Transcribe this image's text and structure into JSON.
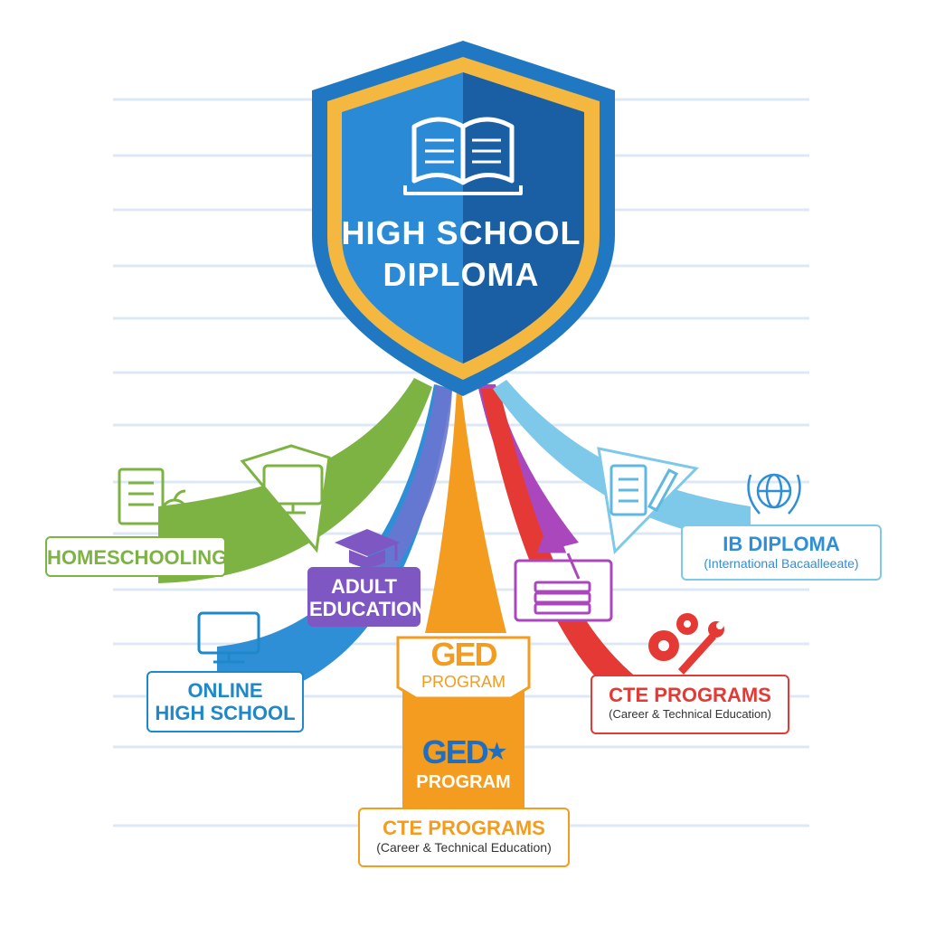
{
  "center": {
    "title_line1": "HIGH SCHOOL",
    "title_line2": "DIPLOMA",
    "icon": "open-book-icon"
  },
  "pathways": {
    "homeschooling": {
      "label": "HOMESCHOOLING",
      "icons": [
        "book-apple-icon"
      ],
      "color": "#7cb342"
    },
    "adult_education": {
      "label_line1": "ADULT",
      "label_line2": "EDUCATION",
      "icons": [
        "graduation-cap-icon"
      ],
      "color": "#7e57c2"
    },
    "online_high_school": {
      "label_line1": "ONLINE",
      "label_line2": "HIGH SCHOOL",
      "icons": [
        "monitor-icon"
      ],
      "color": "#1e88c8"
    },
    "ged_program_upper": {
      "logo": "GED",
      "label": "PROGRAM",
      "color": "#f39c1f"
    },
    "ged_program_lower": {
      "logo": "GED",
      "label": "PROGRAM",
      "color": "#f39c1f"
    },
    "cte_programs_bottom": {
      "label": "CTE PROGRAMS",
      "sublabel": "(Career & Technical Education)",
      "color": "#f39c1f"
    },
    "cte_programs_right": {
      "label": "CTE PROGRAMS",
      "sublabel": "(Career & Technical Education)",
      "icons": [
        "gears-wrench-icon"
      ],
      "color": "#e53935"
    },
    "lamp_books": {
      "icons": [
        "desk-lamp-books-icon"
      ],
      "color": "#ab47bc"
    },
    "ib_diploma": {
      "label": "IB DIPLOMA",
      "sublabel": "(International Bacaalleeate)",
      "icons": [
        "globe-laurel-icon",
        "notebook-pencil-icon"
      ],
      "color": "#5fb8e0"
    }
  },
  "colors": {
    "shield_blue": "#1f78c1",
    "shield_blue_dark": "#1a5fa3",
    "shield_gold": "#f4b740",
    "rule_line": "#dce8f5"
  }
}
